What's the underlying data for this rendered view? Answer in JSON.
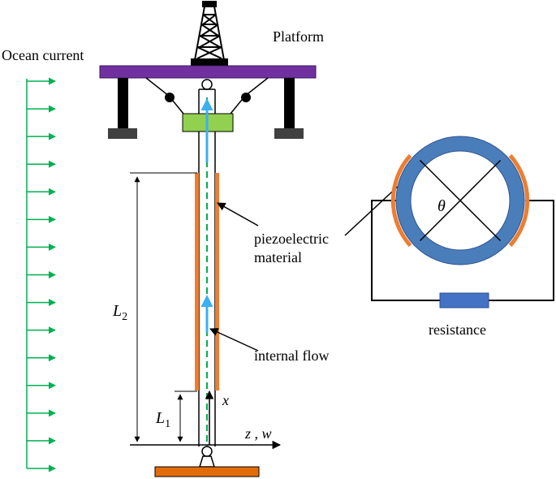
{
  "labels": {
    "platform": "Platform",
    "ocean_current": "Ocean current",
    "piezo_line1": "piezoelectric",
    "piezo_line2": "material",
    "internal_flow": "internal flow",
    "resistance": "resistance",
    "theta": "θ",
    "L2_main": "L",
    "L2_sub": "2",
    "L1_main": "L",
    "L1_sub": "1",
    "axis_x": "x",
    "axis_zw": "z , w"
  },
  "colors": {
    "deck": "#7030a0",
    "current_arrow": "#00b050",
    "collar": "#92d050",
    "piezo": "#ed7d31",
    "flow": "#3ab0f0",
    "ring": "#4a7ebb",
    "resistor": "#4472c4",
    "seabed": "#e36c0a",
    "leg": "#000000",
    "foot": "#404040"
  },
  "ocean_current_arrow_count": 15
}
